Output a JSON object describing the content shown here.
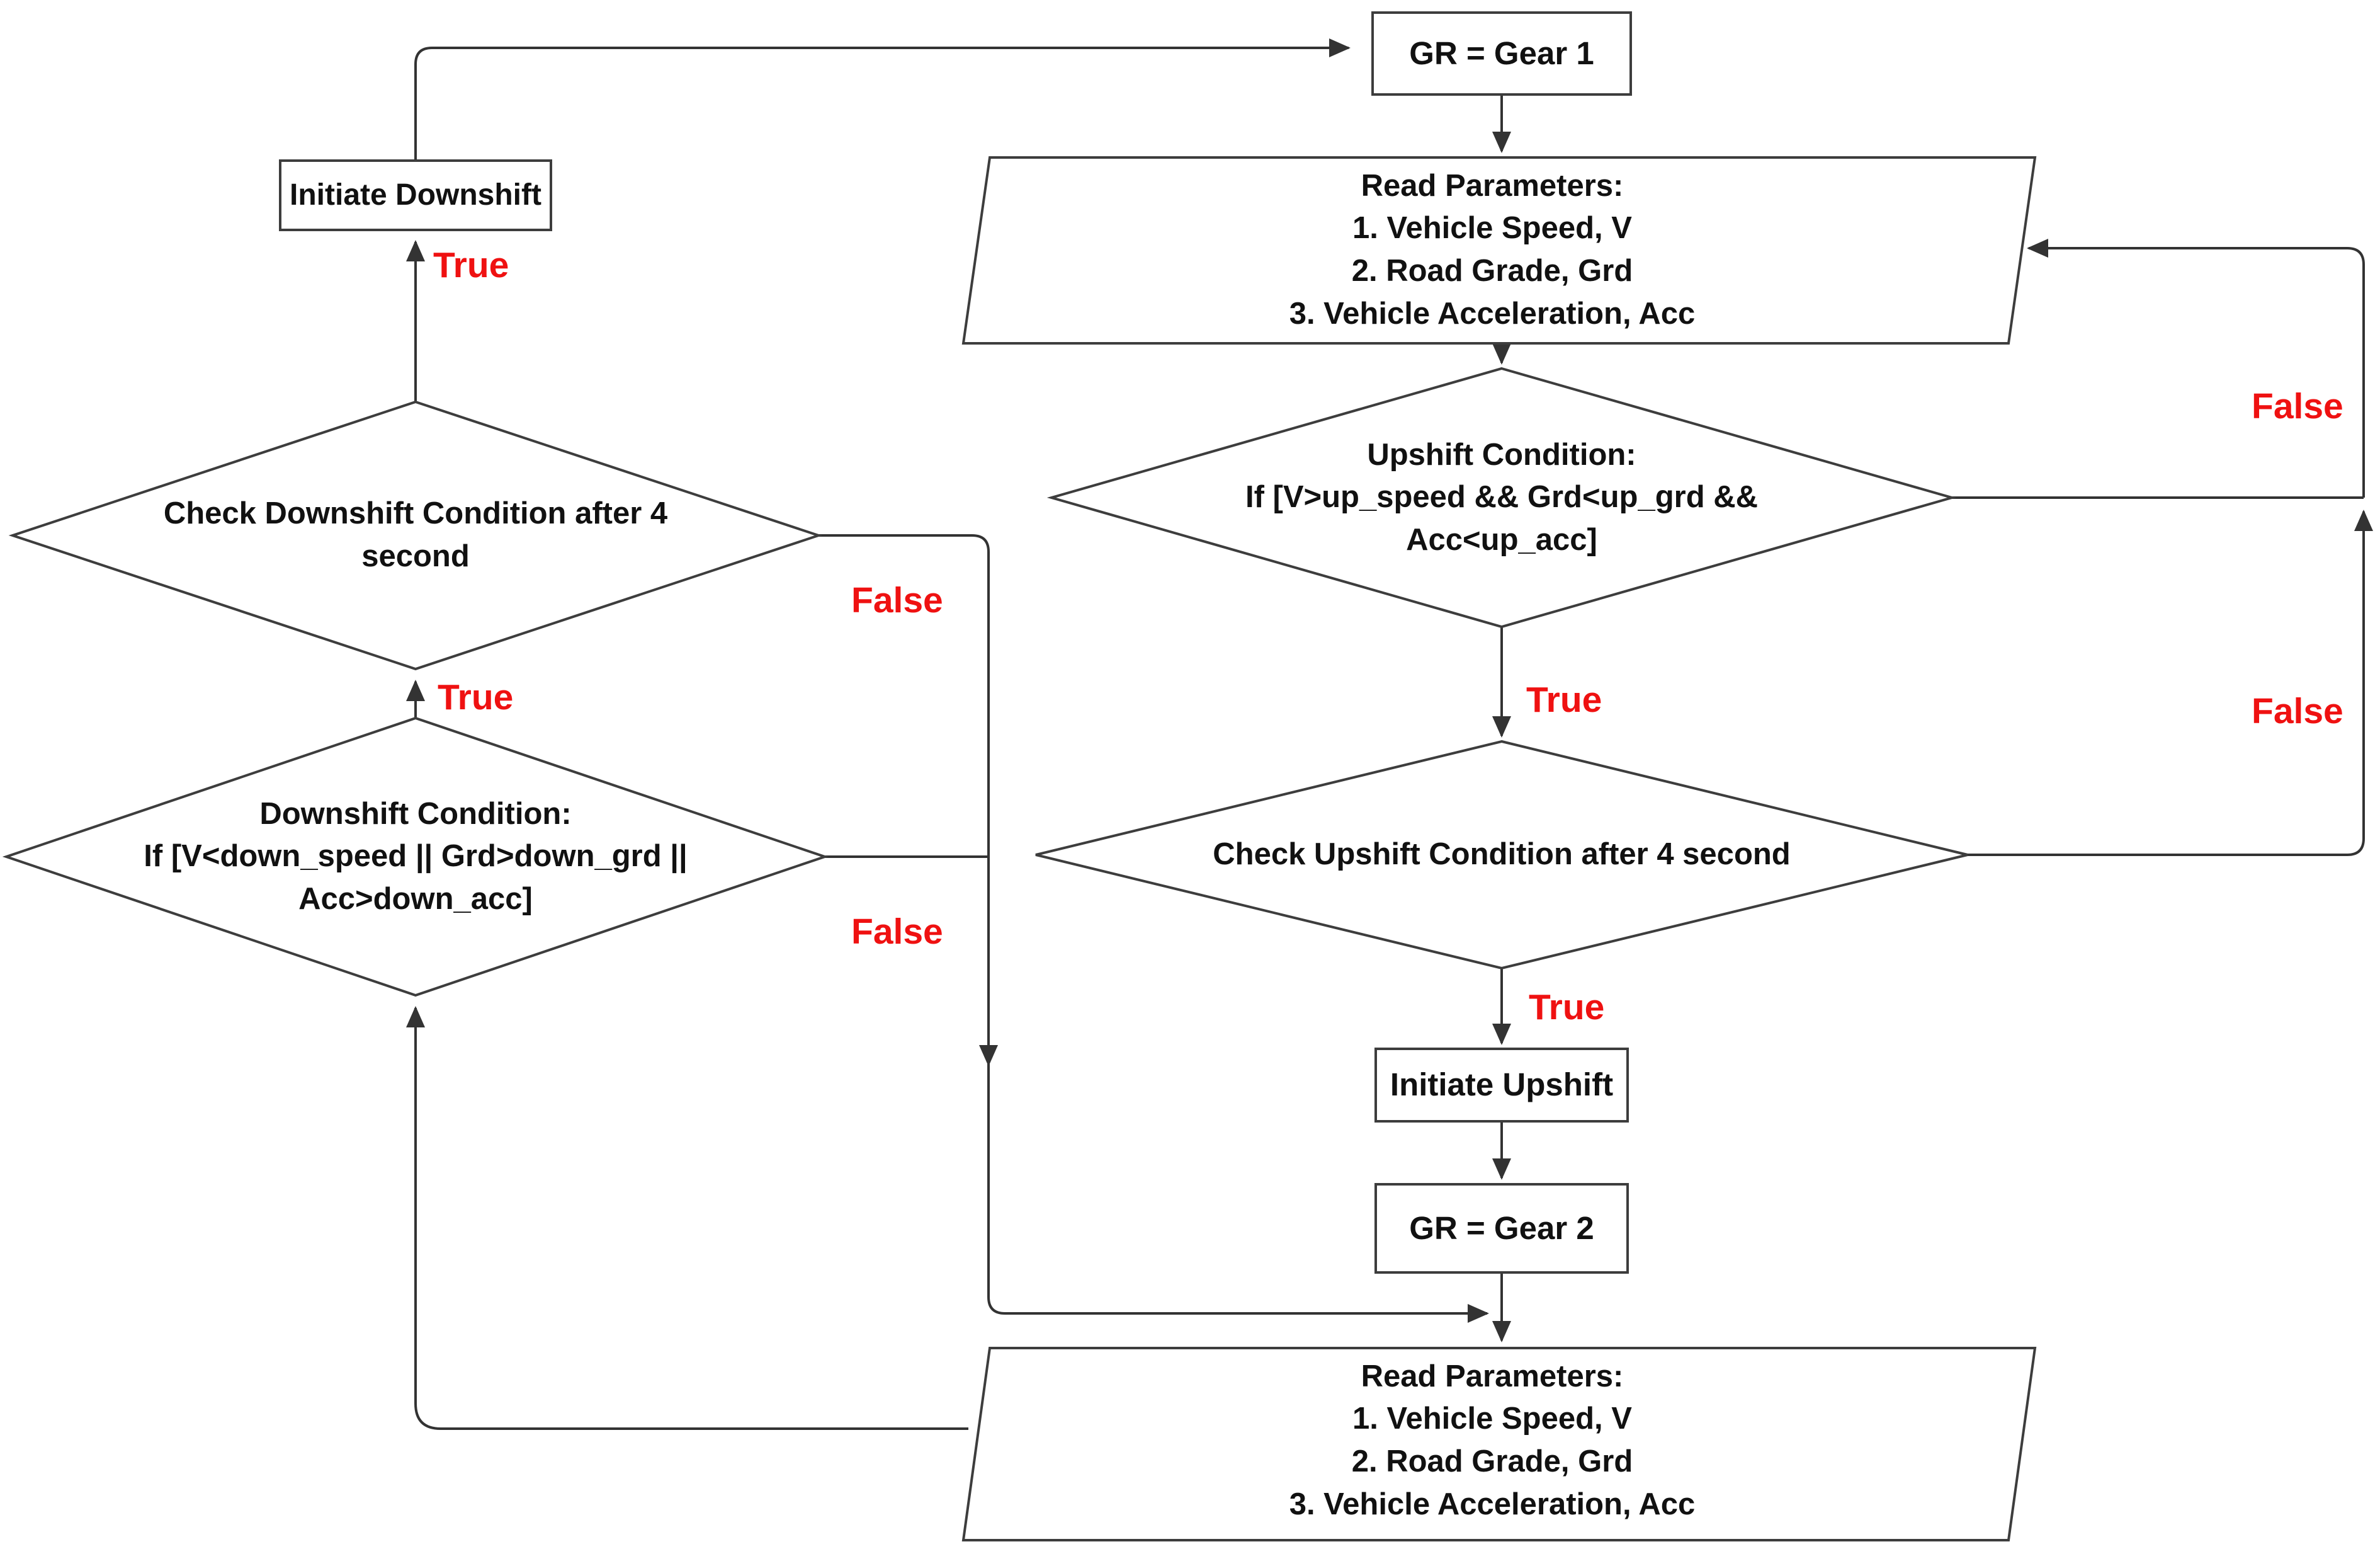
{
  "diagram_title": "Two-speed gear shift control flowchart",
  "colors": {
    "background": "#ffffff",
    "line": "#333333",
    "shape_border": "#3d3d3d",
    "shape_fill": "#ffffff",
    "text": "#111111",
    "branch_label": "#ef1111"
  },
  "nodes": {
    "gr_gear_1": {
      "type": "process",
      "label": "GR = Gear 1"
    },
    "read_parameters_1": {
      "type": "input-output",
      "label": "Read Parameters:\n1. Vehicle Speed, V\n2. Road Grade, Grd\n3. Vehicle Acceleration, Acc"
    },
    "upshift_condition": {
      "type": "decision",
      "label": "Upshift Condition:\nIf [V>up_speed && Grd<up_grd &&\nAcc<up_acc]"
    },
    "check_upshift": {
      "type": "decision",
      "label": "Check Upshift Condition after 4 second"
    },
    "initiate_upshift": {
      "type": "process",
      "label": "Initiate Upshift"
    },
    "gr_gear_2": {
      "type": "process",
      "label": "GR = Gear 2"
    },
    "read_parameters_2": {
      "type": "input-output",
      "label": "Read Parameters:\n1. Vehicle Speed, V\n2. Road Grade, Grd\n3. Vehicle Acceleration, Acc"
    },
    "initiate_downshift": {
      "type": "process",
      "label": "Initiate Downshift"
    },
    "check_downshift": {
      "type": "decision",
      "label": "Check Downshift Condition after 4\nsecond"
    },
    "downshift_condition": {
      "type": "decision",
      "label": "Downshift Condition:\nIf [V<down_speed || Grd>down_grd ||\nAcc>down_acc]"
    }
  },
  "branch_labels": {
    "upshift_true": "True",
    "upshift_false": "False",
    "check_upshift_true": "True",
    "check_upshift_false": "False",
    "downshift_true": "True",
    "downshift_false": "False",
    "check_downshift_true": "True",
    "check_downshift_false": "False"
  }
}
